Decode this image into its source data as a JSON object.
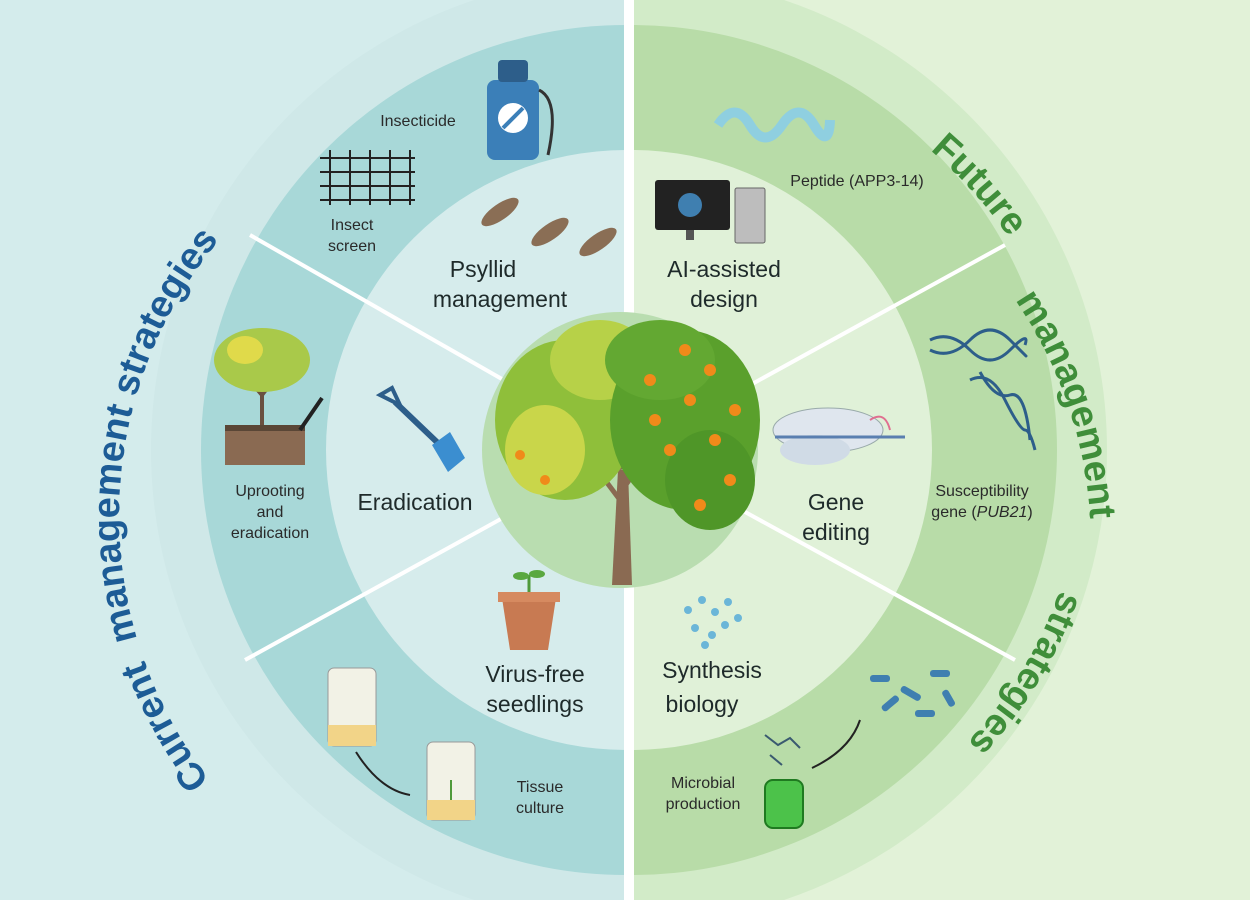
{
  "outer_ring": {
    "current": {
      "word1": "Current",
      "word2": "management strategies"
    },
    "future": {
      "word1": "Future",
      "word2": "management",
      "word3": "strategies"
    }
  },
  "current": {
    "psyllid": {
      "label_line1": "Psyllid",
      "label_line2": "management",
      "insecticide": "Insecticide",
      "insect_screen_line1": "Insect",
      "insect_screen_line2": "screen"
    },
    "eradication": {
      "label": "Eradication",
      "uprooting_line1": "Uprooting",
      "uprooting_line2": "and",
      "uprooting_line3": "eradication"
    },
    "virus_free": {
      "label_line1": "Virus-free",
      "label_line2": "seedlings",
      "tissue_line1": "Tissue",
      "tissue_line2": "culture"
    }
  },
  "future": {
    "ai": {
      "label_line1": "AI-assisted",
      "label_line2": "design",
      "peptide": "Peptide (APP3-14)"
    },
    "gene": {
      "label_line1": "Gene",
      "label_line2": "editing",
      "susc_line1": "Susceptibility",
      "susc_line2a": "gene (",
      "susc_line2b": "PUB21",
      "susc_line2c": ")"
    },
    "synth": {
      "label_line1": "Synthesis",
      "label_line2": "biology",
      "microbial_line1": "Microbial",
      "microbial_line2": "production"
    }
  },
  "colors": {
    "current_outer": "#cfe8e8",
    "current_mid": "#a8d8d8",
    "current_inner": "#d6ecec",
    "future_outer": "#d2ebc8",
    "future_mid": "#b8dca8",
    "future_inner": "#e0f1d8",
    "current_title": "#1d5c96",
    "future_title": "#3f8e3a"
  },
  "icons": [
    "sprayer-icon",
    "insect-screen-icon",
    "psyllid-icon",
    "tree-uprooting-icon",
    "shovel-icon",
    "seedling-pot-icon",
    "tissue-culture-jar-icon",
    "peptide-helix-icon",
    "computer-icon",
    "dna-icon",
    "gene-editing-complex-icon",
    "molecule-icon",
    "bacteria-icon",
    "protein-icon",
    "citrus-tree-icon"
  ]
}
